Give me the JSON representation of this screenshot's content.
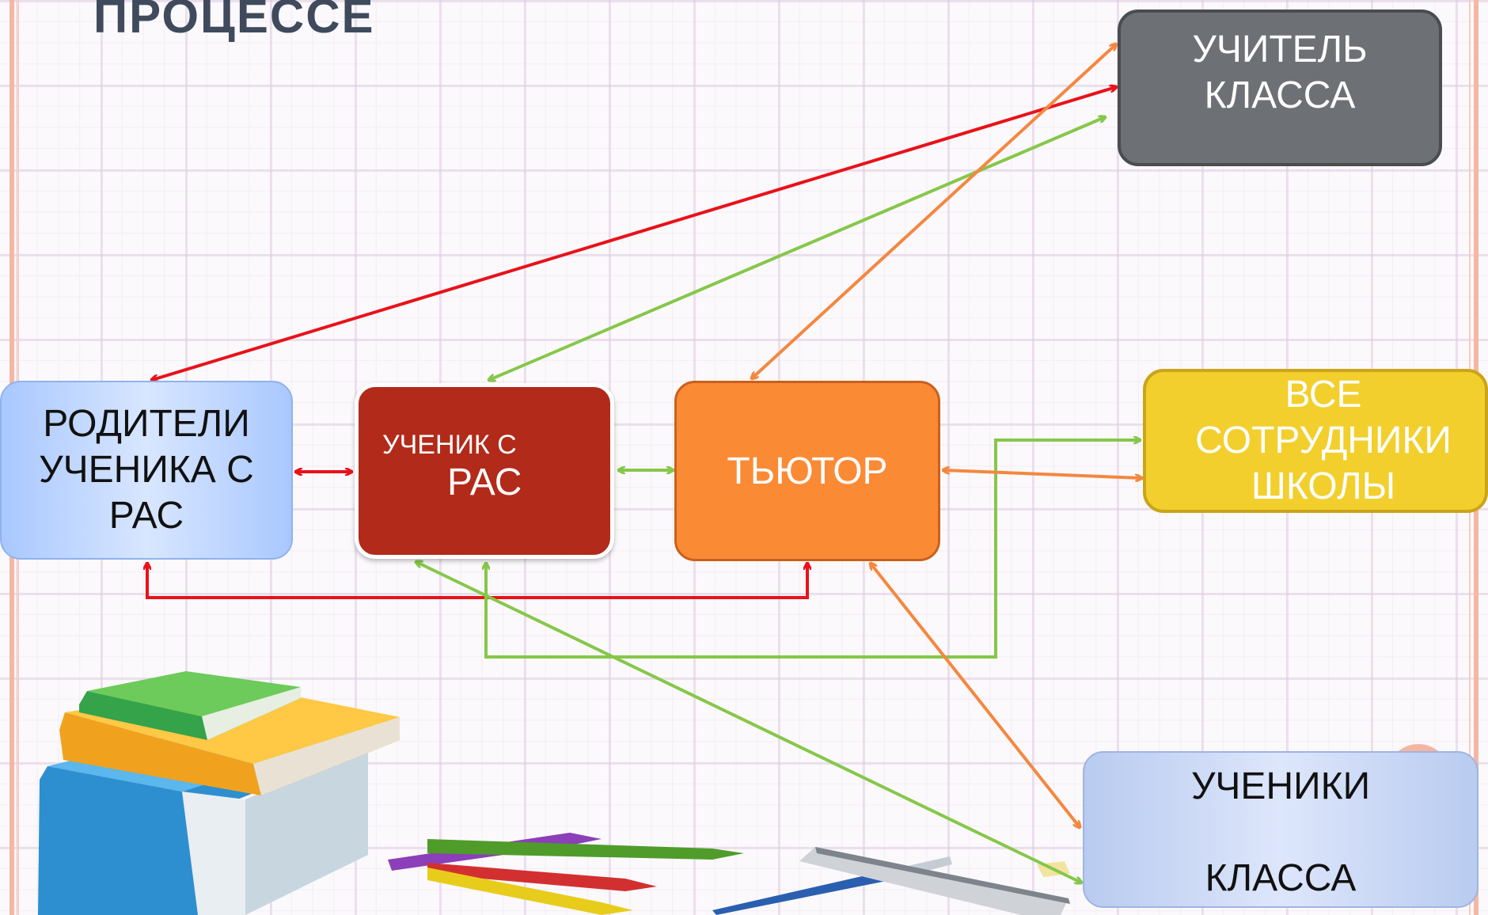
{
  "title": "ПРОЦЕССЕ",
  "nodes": {
    "teacher": {
      "line1": "УЧИТЕЛЬ",
      "line2": "КЛАССА"
    },
    "parents": {
      "line1": "РОДИТЕЛИ",
      "line2": "УЧЕНИКА С",
      "line3": "РАС"
    },
    "student": {
      "line1": "УЧЕНИК С",
      "line2": "РАС"
    },
    "tutor": {
      "label": "ТЬЮТОР"
    },
    "staff": {
      "line1": "ВСЕ",
      "line2": "СОТРУДНИКИ",
      "line3": "ШКОЛЫ"
    },
    "classmates": {
      "line1": "УЧЕНИКИ",
      "line2": "КЛАССА"
    }
  },
  "colors": {
    "red_arrow": "#e8121a",
    "green_arrow": "#86c74a",
    "orange_arrow": "#f4873f",
    "teacher_fill": "#6d7075",
    "parents_fill": "#a9c8ff",
    "student_fill": "#b22a1a",
    "tutor_fill": "#fb8a35",
    "staff_fill": "#f2cf2c",
    "classmates_fill": "#c7d6f4"
  },
  "decorations": [
    "books-illustration",
    "pencils-illustration",
    "pen-illustration",
    "ruler-illustration"
  ]
}
